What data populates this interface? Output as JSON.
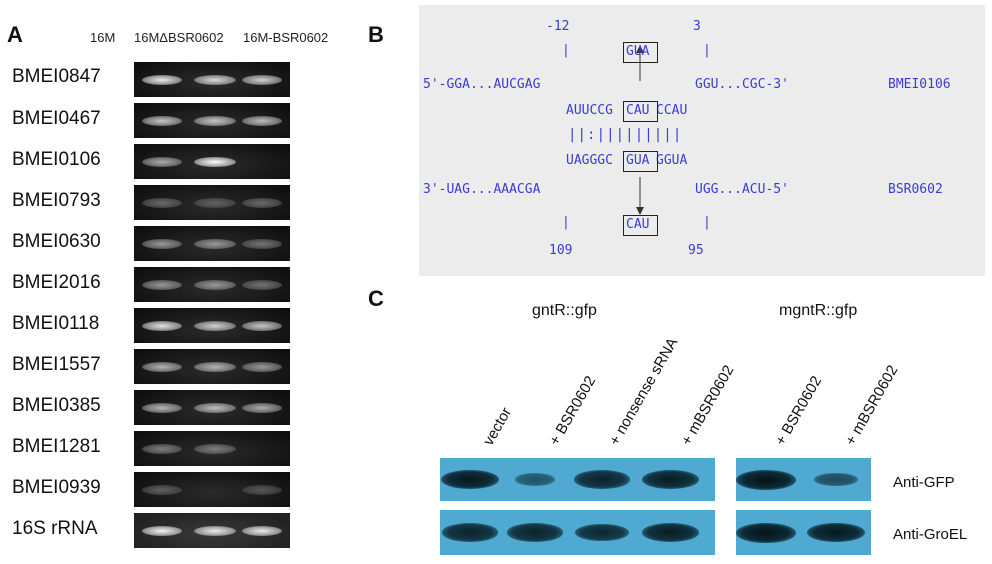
{
  "panels": {
    "a": "A",
    "b": "B",
    "c": "C"
  },
  "panel_a": {
    "lanes": [
      "16M",
      "16MΔBSR0602",
      "16M-BSR0602"
    ],
    "genes": [
      "BMEI0847",
      "BMEI0467",
      "BMEI0106",
      "BMEI0793",
      "BMEI0630",
      "BMEI2016",
      "BMEI0118",
      "BMEI1557",
      "BMEI0385",
      "BMEI1281",
      "BMEI0939",
      "16S rRNA"
    ],
    "band_intensity": [
      [
        0.9,
        0.8,
        0.75
      ],
      [
        0.7,
        0.7,
        0.65
      ],
      [
        0.55,
        1.0,
        0.0
      ],
      [
        0.2,
        0.15,
        0.2
      ],
      [
        0.45,
        0.45,
        0.25
      ],
      [
        0.45,
        0.45,
        0.25
      ],
      [
        0.85,
        0.75,
        0.7
      ],
      [
        0.6,
        0.6,
        0.45
      ],
      [
        0.6,
        0.65,
        0.55
      ],
      [
        0.3,
        0.3,
        0.0
      ],
      [
        0.15,
        0.0,
        0.1
      ],
      [
        0.95,
        0.9,
        0.9
      ]
    ]
  },
  "panel_b": {
    "pos_top_left": "-12",
    "pos_top_right": "3",
    "tick_top_left": "|",
    "tick_top_right": "|",
    "mrna_left": "5'-GGA...AUCGAG",
    "mrna_right": "GGU...CGC-3'",
    "mrna_name": "BMEI0106",
    "box_top": "GUA",
    "pair_top_a": "AUUCCG",
    "pair_top_b": "CAU",
    "pair_top_c": "CCAU",
    "pair_lines": "||:|||||||||",
    "pair_bot_a": "UAGGGC",
    "pair_bot_b": "GUA",
    "pair_bot_c": "GGUA",
    "srna_left": "3'-UAG...AAACGA",
    "srna_right": "UGG...ACU-5'",
    "srna_name": "BSR0602",
    "box_bottom": "CAU",
    "tick_bot_left": "|",
    "tick_bot_right": "|",
    "pos_bot_left": "109",
    "pos_bot_right": "95"
  },
  "panel_c": {
    "group1": "gntR::gfp",
    "group2": "mgntR::gfp",
    "lanes": [
      "vector",
      "+ BSR0602",
      "+ nonsense sRNA",
      "+ mBSR0602",
      "+ BSR0602",
      "+ mBSR0602"
    ],
    "antibody_1": "Anti-GFP",
    "antibody_2": "Anti-GroEL",
    "gfp_intensity": [
      0.95,
      0.35,
      0.85,
      0.9,
      1.0,
      0.45
    ],
    "groel_intensity": [
      0.85,
      0.85,
      0.8,
      0.9,
      1.0,
      0.95
    ]
  }
}
